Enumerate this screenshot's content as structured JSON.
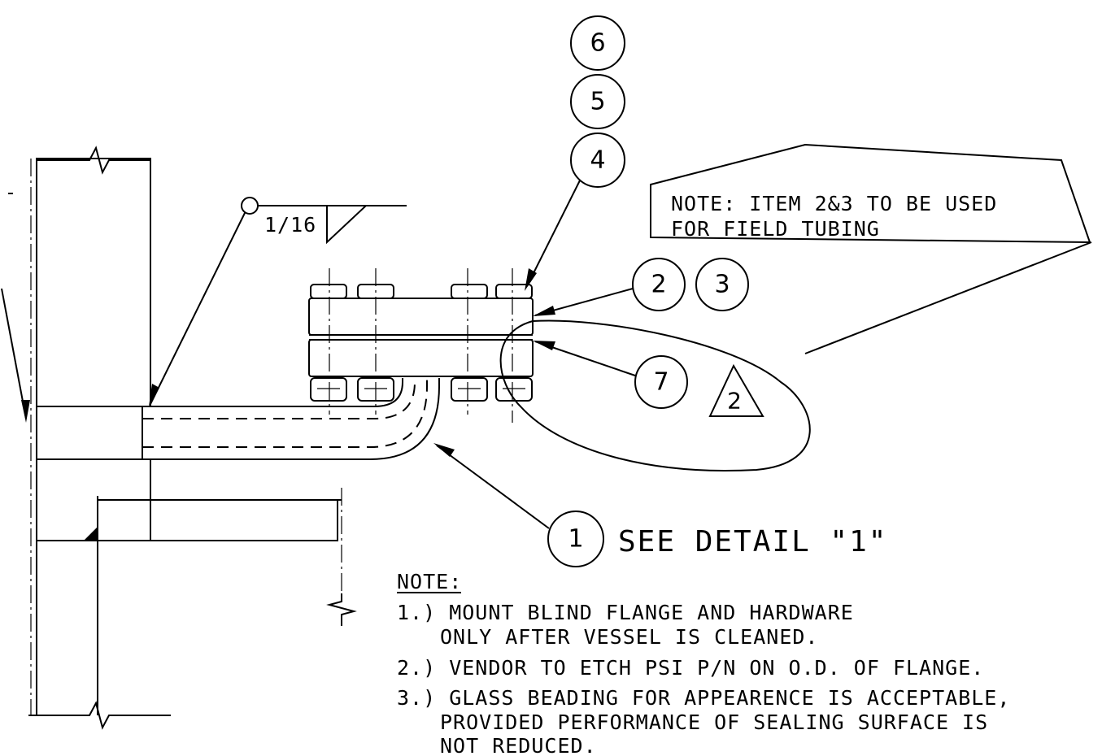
{
  "balloons": {
    "b6": "6",
    "b5": "5",
    "b4": "4",
    "b2": "2",
    "b3": "3",
    "b7": "7",
    "b1": "1",
    "rev": "2"
  },
  "weld_symbol": {
    "size": "1/16"
  },
  "cloud_note": {
    "line1": "NOTE: ITEM 2&3 TO BE USED",
    "line2": "FOR FIELD TUBING"
  },
  "detail_callout": "SEE DETAIL \"1\"",
  "notes": {
    "heading": "NOTE:",
    "n1_line1": "1.) MOUNT BLIND FLANGE AND HARDWARE",
    "n1_line2": "ONLY AFTER VESSEL IS CLEANED.",
    "n2": "2.) VENDOR TO ETCH PSI P/N ON O.D. OF FLANGE.",
    "n3_line1": "3.) GLASS BEADING FOR APPEARENCE IS ACCEPTABLE,",
    "n3_line2": "PROVIDED PERFORMANCE OF SEALING SURFACE IS",
    "n3_line3": "NOT REDUCED."
  }
}
